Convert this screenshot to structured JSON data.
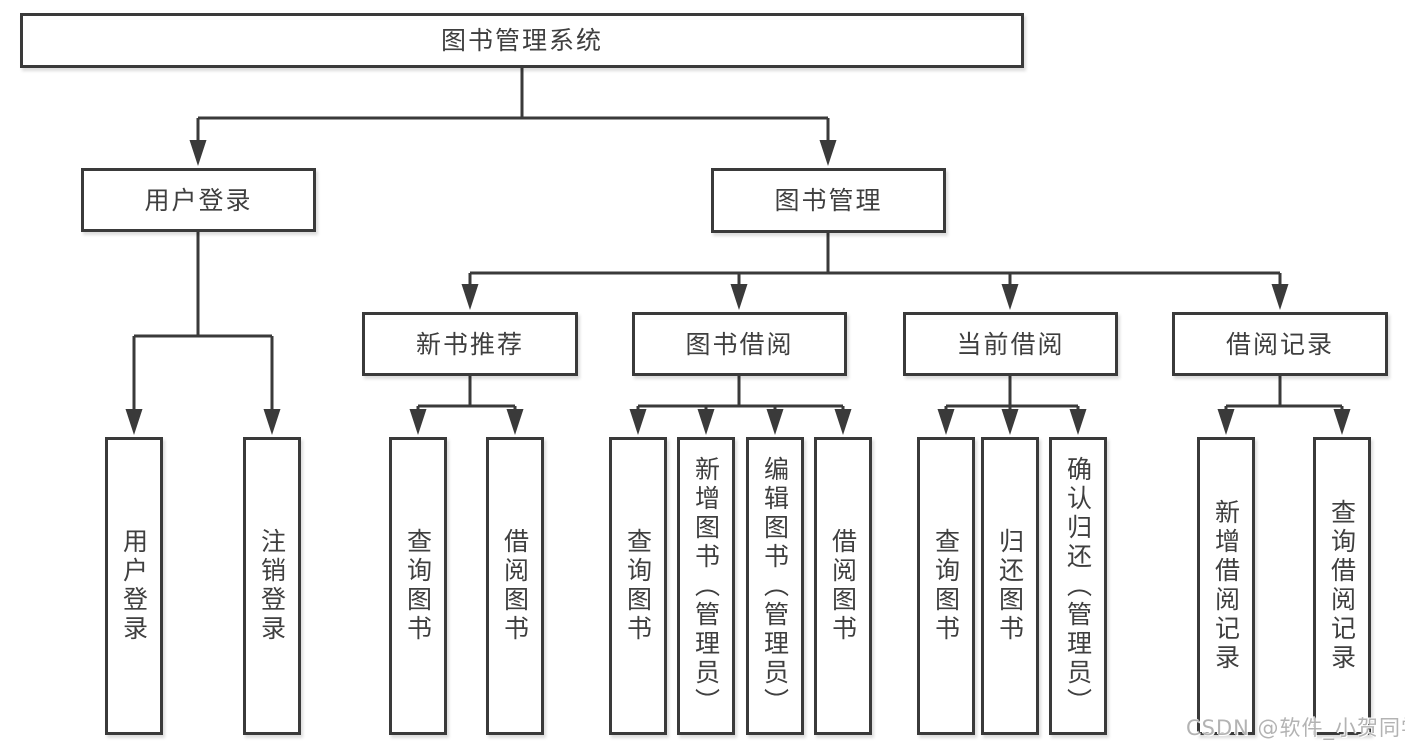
{
  "tree": {
    "root": {
      "label": "图书管理系统"
    },
    "branches": [
      {
        "label": "用户登录",
        "children": [
          {
            "label": "用户登录"
          },
          {
            "label": "注销登录"
          }
        ]
      },
      {
        "label": "图书管理",
        "children": [
          {
            "label": "新书推荐",
            "children": [
              {
                "label": "查询图书"
              },
              {
                "label": "借阅图书"
              }
            ]
          },
          {
            "label": "图书借阅",
            "children": [
              {
                "label": "查询图书"
              },
              {
                "label": "新增图书（管理员）"
              },
              {
                "label": "编辑图书（管理员）"
              },
              {
                "label": "借阅图书"
              }
            ]
          },
          {
            "label": "当前借阅",
            "children": [
              {
                "label": "查询图书"
              },
              {
                "label": "归还图书"
              },
              {
                "label": "确认归还（管理员）"
              }
            ]
          },
          {
            "label": "借阅记录",
            "children": [
              {
                "label": "新增借阅记录"
              },
              {
                "label": "查询借阅记录"
              }
            ]
          }
        ]
      }
    ]
  },
  "watermark": {
    "text": "CSDN @软件_小贺同学"
  },
  "colors": {
    "stroke": "#3a3a3a",
    "text": "#3f3f3f",
    "background": "#ffffff",
    "watermark": "#b3b3b3"
  }
}
